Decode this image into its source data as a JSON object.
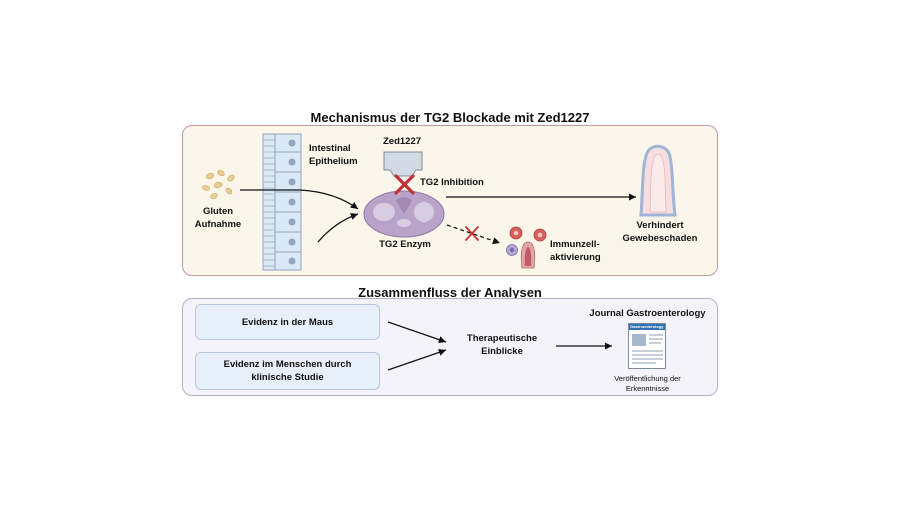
{
  "mechanism": {
    "title": "Mechanismus der TG2 Blockade mit Zed1227",
    "gluten_label": "Gluten\nAufnahme",
    "epithelium_label": "Intestinal\nEpithelium",
    "drug_label": "Zed1227",
    "inhibition_label": "TG2 Inhibition",
    "enzyme_label": "TG2 Enzym",
    "immune_label": "Immunzell-\naktivierung",
    "outcome_label": "Verhindert\nGewebeschaden"
  },
  "analysis": {
    "title": "Zusammenfluss der Analysen",
    "evidence_mouse": "Evidenz in der Maus",
    "evidence_human": "Evidenz im Menschen durch\nklinische Studie",
    "insights": "Therapeutische\nEinblicke",
    "journal_name": "Journal Gastroenterology",
    "journal_cover_title": "Gastroenterology",
    "publication_label": "Veröffentlichung der\nErkenntnisse"
  },
  "colors": {
    "mechanism_panel_bg": "#fbf6e9",
    "mechanism_panel_border": "#bf9aa3",
    "analysis_panel_bg": "#f4f2fb",
    "analysis_panel_border": "#b8adc6",
    "evidence_box_bg": "#e6effa",
    "inhibit_x": "#c2303b",
    "enzyme": "#b9a3c8",
    "cells": "#cfe0f2",
    "villus": "#f7dede"
  }
}
